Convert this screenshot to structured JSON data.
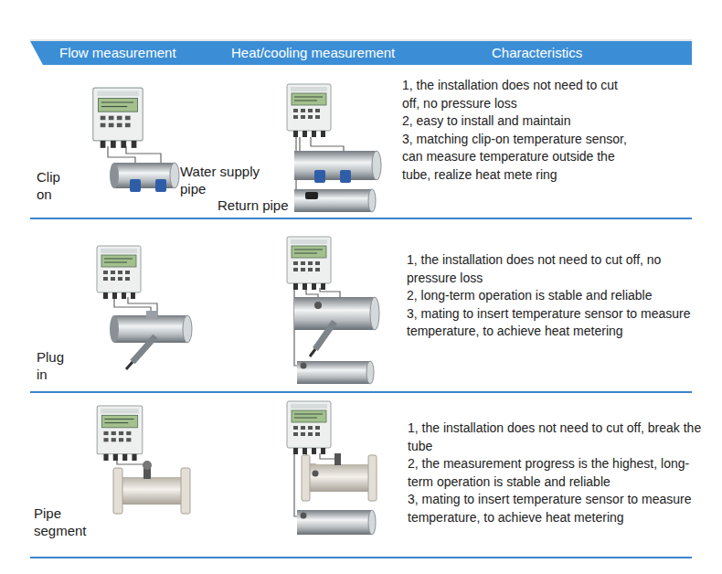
{
  "diagram": {
    "nodes": [
      {
        "text": [
          "Flow measurement",
          "Heat/cooling measurement",
          "Characteristics"
        ]
      }
    ],
    "labels": [
      "Clip on",
      "Water supply pipe",
      "Return pipe",
      "1, the installation does not need to cut off, no pressure loss",
      "2, easy to install and maintain",
      "3, matching clip-on temperature sensor, can measure temperature outside the tube, realize heat mete ring",
      "Plug in",
      "1, the installation does not need to cut off, no pressure loss",
      "2, long-term operation is stable and reliable",
      "3, mating to insert temperature sensor to measure temperature, to achieve heat metering",
      "Pipe segment",
      "1, the installation does not need to cut off, break the tube",
      "2, the measurement progress is the highest, long-term operation is stable and reliable",
      "3, mating to insert temperature sensor to measure temperature, to achieve heat metering"
    ]
  }
}
